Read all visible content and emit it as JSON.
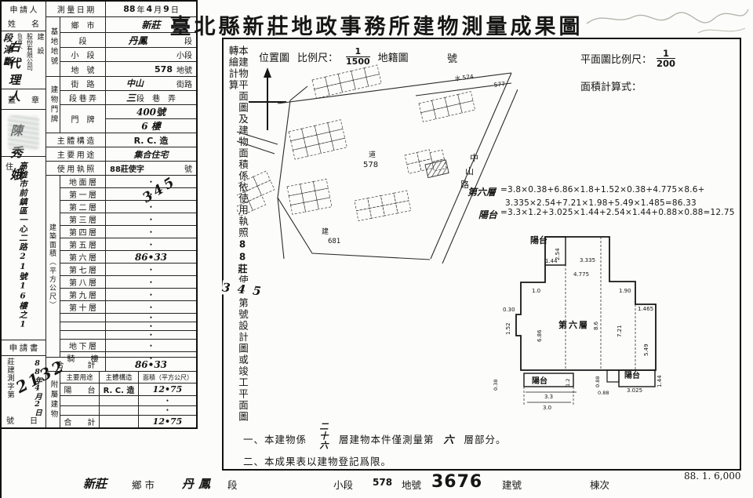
{
  "title": "臺北縣新莊地政事務所建物測量成果圖",
  "margin": {
    "agent_label": "右代理人",
    "agent_name": "陳秀娥"
  },
  "applicant": {
    "header1": "申 請 人",
    "header2": "姓　　名",
    "stamp_line1": "建　設",
    "stamp_line2": "股份有限公司",
    "stamp_line3": "負責人",
    "hand_name": "段津斷",
    "seal_label": "蓋　　章",
    "residence_label": "住",
    "address": "高雄市前鎮區一心二路21號16樓之1",
    "form_label": "申 請 書",
    "form_prefix": "莊建測字第",
    "form_no": "2132",
    "form_suffix": "號　　日",
    "form_date": "88年4月2日"
  },
  "fields": {
    "survey_label": "測 量 日 期",
    "date_y": "88",
    "date_y_u": "年",
    "date_m": "4",
    "date_m_u": "月",
    "date_d": "9",
    "date_d_u": "日",
    "site_group": "基地地號",
    "township_label": "鄉　市",
    "township": "新莊",
    "section_label": "段",
    "section": "丹鳳",
    "section_suffix": "段",
    "small_label": "小　段",
    "small_suffix": "小段",
    "land_label": "地　號",
    "land_no": "578",
    "land_suffix": "地號",
    "bld_group": "建物門牌",
    "street_label": "街　路",
    "street": "中山",
    "street_suffix": "街路",
    "lane_label": "段 巷 弄",
    "lane_hand": "三",
    "lane_suffix": "段　巷　弄",
    "door_label": "門　牌",
    "door1": "400號",
    "door2": "6 樓",
    "structure_label": "主 體 構 造",
    "structure": "R. C. 造",
    "usage_label": "主 要 用 途",
    "usage": "集合住宅",
    "license_label": "使 用 執 照",
    "license_pre": "88莊使字",
    "license_suffix": "號"
  },
  "floors": {
    "group_label": "建築面積（平方公尺）",
    "rows": [
      {
        "label": "地 面 層",
        "value": "•"
      },
      {
        "label": "第 一 層",
        "value": "•"
      },
      {
        "label": "第 二 層",
        "value": "•"
      },
      {
        "label": "第 三 層",
        "value": "•"
      },
      {
        "label": "第 四 層",
        "value": "•"
      },
      {
        "label": "第 五 層",
        "value": "•"
      },
      {
        "label": "第 六 層",
        "value": "86•33"
      },
      {
        "label": "第 七 層",
        "value": "•"
      },
      {
        "label": "第 八 層",
        "value": "•"
      },
      {
        "label": "第 九 層",
        "value": "•"
      },
      {
        "label": "第 十 層",
        "value": "•"
      },
      {
        "label": "",
        "value": "•"
      },
      {
        "label": "",
        "value": "•"
      },
      {
        "label": "",
        "value": "•"
      },
      {
        "label": "地 下 層",
        "value": "•"
      },
      {
        "label": "騎　　樓",
        "value": "•"
      }
    ],
    "total_label": "合　　　計",
    "total_value": "86•33"
  },
  "annex": {
    "group_label": "附屬建物",
    "h_use": "主要用途",
    "h_structure": "主體構造",
    "h_area": "面積（平方公尺）",
    "rows": [
      {
        "use": "陽　　台",
        "structure": "R. C. 造",
        "area": "12•75"
      },
      {
        "use": "",
        "structure": "",
        "area": "•"
      },
      {
        "use": "",
        "structure": "",
        "area": "•"
      },
      {
        "use": "合　　計",
        "structure": "",
        "area": "12•75"
      }
    ]
  },
  "strip_v": {
    "t1": "本建物平面圖及建物面積係依使用執照",
    "t2": "88莊",
    "t3": "使字第",
    "t4": "號設計圖或竣工平面圖轉繪計算",
    "hand_345": "3 4 5"
  },
  "overlays": {
    "diag_345": "345",
    "diag_2132": "2132"
  },
  "panel": {
    "loc_label": "位置圖",
    "scale_label": "比例尺：",
    "loc_num": "1",
    "loc_den": "1500",
    "cadastral": "地籍圖",
    "no_label": "號",
    "plan_scale_label": "平面圖比例尺：",
    "plan_num": "1",
    "plan_den": "200",
    "calc_label": "面積計算式：",
    "calc_f6_label": "第六層",
    "calc_f6_line1": "=3.8×0.38+6.86×1.8+1.52×0.38+4.775×8.6+",
    "calc_f6_line2": "3.335×2.54+7.21×1.98+5.49×1.485=86.33",
    "calc_balc_label": "陽台",
    "calc_balc_line": "=3.3×1.2+3.025×1.44+2.54×1.44+0.88×0.88=12.75",
    "note1_pre": "一、本建物係",
    "note1_hand": "二十六",
    "note1_mid": "層建物本件僅測量第",
    "note1_hand2": "六",
    "note1_post": "層部分。",
    "note2": "二、本成果表以建物登記爲限。"
  },
  "map": {
    "label_574": "水 574",
    "label_577": "577",
    "p578_a": "道",
    "p578_b": "578",
    "p681_a": "建",
    "p681_b": "681",
    "road1": "中",
    "road2": "山",
    "road3": "路"
  },
  "plan": {
    "room": "第六層",
    "balcony_tl": "陽台",
    "balcony_bl": "陽台",
    "balcony_br": "陽台",
    "d254": "2.54",
    "d144a": "1.44",
    "d3335": "3.335",
    "d4775": "4.775",
    "d10": "1.0",
    "d190": "1.90",
    "d030": "0.30",
    "d152": "1.52",
    "d686": "6.86",
    "d86": "8.6",
    "d1465": "1.465",
    "d721": "7.21",
    "d549": "5.49",
    "d088a": "0.88",
    "d088b": "0.88",
    "d12": "1.2",
    "d33": "3.3",
    "d30": "3.0",
    "d3025": "3.025",
    "d144b": "1.44",
    "d038": "0.38"
  },
  "strip": {
    "township": "新莊",
    "township_u": "鄉市",
    "section": "丹鳳",
    "section_u": "段",
    "small": "小段",
    "land_no": "578",
    "land_u": "地號",
    "bldg_no": "3676",
    "bldg_u": "建號",
    "unit_u": "棟次",
    "print_code": "88. 1. 6,000"
  }
}
